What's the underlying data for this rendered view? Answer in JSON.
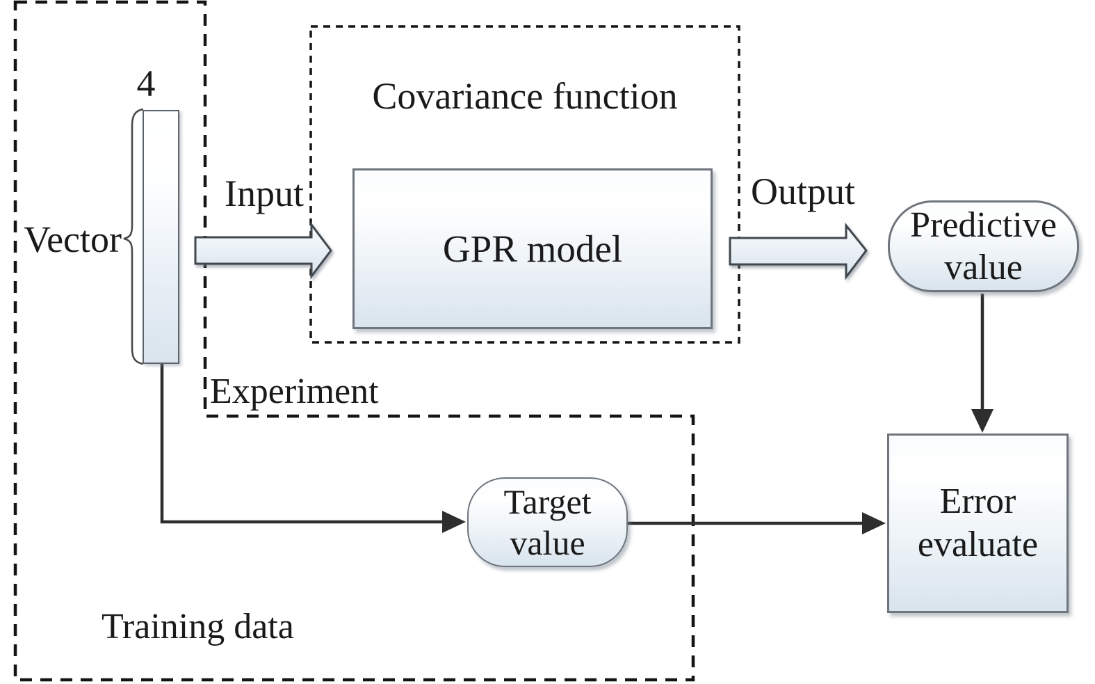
{
  "figure": {
    "background": "#ffffff",
    "regions": {
      "training_data": {
        "label": "Training data"
      },
      "experiment": {
        "label": "Experiment"
      },
      "covariance": {
        "label": "Covariance function"
      }
    },
    "nodes": {
      "vector_bar": {
        "brace_label": "Vector",
        "dimension": "4"
      },
      "gpr": {
        "label": "GPR model"
      },
      "predictive": {
        "line1": "Predictive",
        "line2": "value"
      },
      "target": {
        "line1": "Target",
        "line2": "value"
      },
      "error": {
        "line1": "Error",
        "line2": "evaluate"
      }
    },
    "arrows": {
      "input": {
        "label": "Input"
      },
      "output": {
        "label": "Output"
      }
    },
    "colors": {
      "node_fill_top": "#ffffff",
      "node_fill_bottom": "#d9e4ee",
      "node_border": "#6e757c",
      "connector_line": "#2e2e2e",
      "dashed_line": "#141414",
      "text": "#1a1a1a"
    }
  }
}
